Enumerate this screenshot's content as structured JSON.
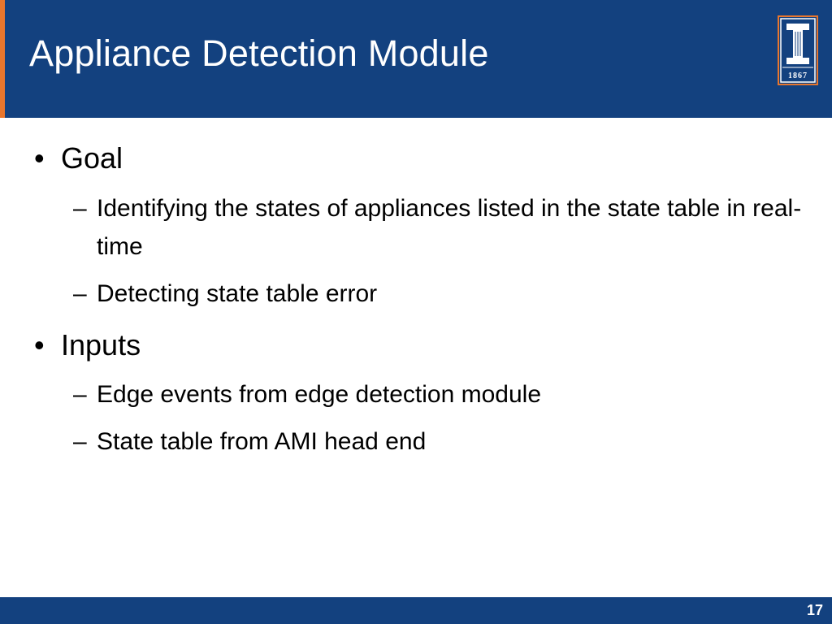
{
  "slide": {
    "title": "Appliance Detection Module",
    "page_number": "17",
    "logo_year": "1867",
    "logo_letter": "I"
  },
  "content": {
    "bullet_marker": "•",
    "dash_marker": "–",
    "sections": [
      {
        "heading": "Goal",
        "items": [
          "Identifying the states of appliances listed in the state table in real-time",
          "Detecting state table error"
        ]
      },
      {
        "heading": "Inputs",
        "items": [
          "Edge events from edge detection module",
          "State table from AMI head end"
        ]
      }
    ]
  },
  "colors": {
    "header_blue": "#13417f",
    "accent_orange": "#e8762d"
  }
}
